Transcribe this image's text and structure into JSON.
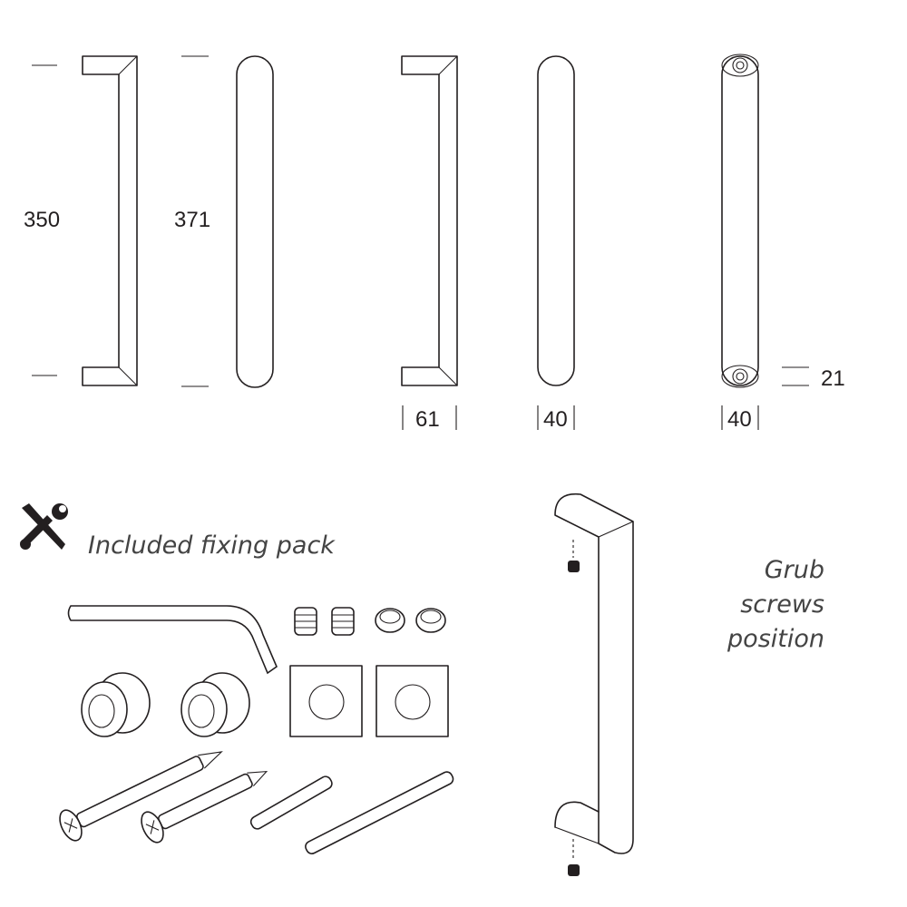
{
  "dimensions": {
    "handle_height": "350",
    "rod_length": "371",
    "projection": "61",
    "bar_diameter_side": "40",
    "bar_diameter_back": "40",
    "fixing_centre": "21"
  },
  "fixing_pack": {
    "icon": "tools-icon",
    "label": "Included fixing pack"
  },
  "grub_screws": {
    "line1": "Grub",
    "line2": "screws",
    "line3": "position"
  },
  "colors": {
    "line": "#231f20",
    "caption": "#444444"
  }
}
